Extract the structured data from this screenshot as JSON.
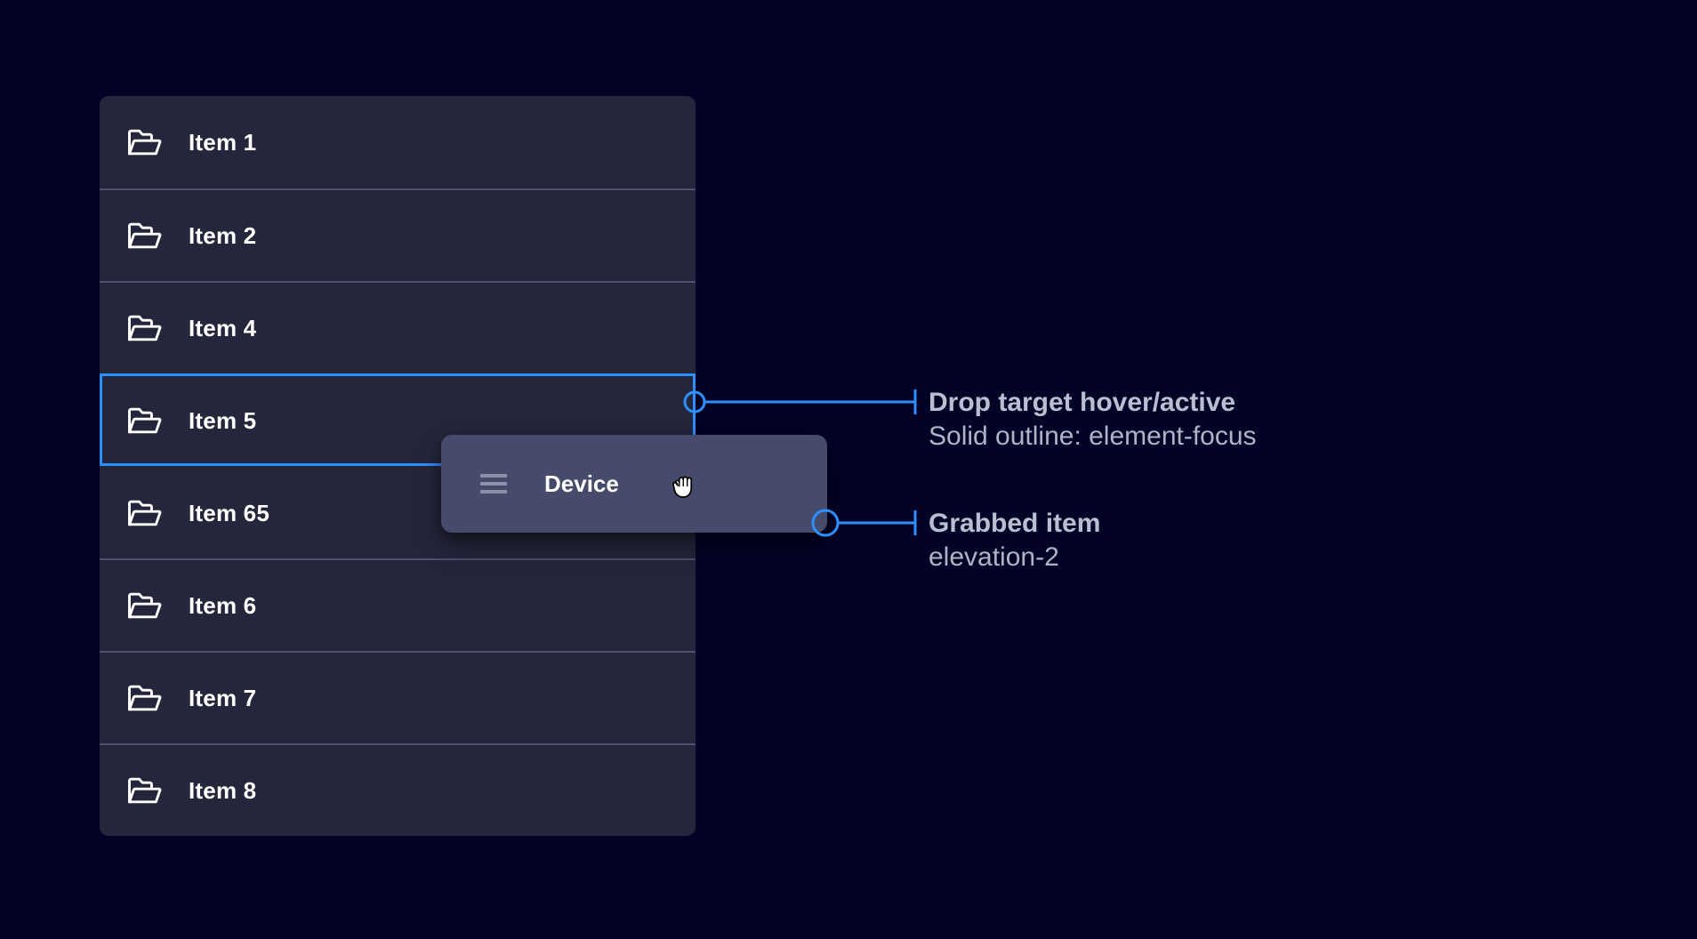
{
  "colors": {
    "background": "#030327",
    "panel_row": "#25263c",
    "divider": "#4d5070",
    "focus_outline": "#2f8fff",
    "drag_card": "#464b6b",
    "annotation_title": "#b9bfd0",
    "annotation_sub": "#aeb4c6",
    "hamburger": "#8b90ab",
    "label": "#ffffff"
  },
  "list": {
    "name": "draggable-folder-list",
    "items": [
      {
        "label": "Item 1",
        "icon": "folder-open-icon",
        "state": "default"
      },
      {
        "label": "Item 2",
        "icon": "folder-open-icon",
        "state": "default"
      },
      {
        "label": "Item 4",
        "icon": "folder-open-icon",
        "state": "default"
      },
      {
        "label": "Item 5",
        "icon": "folder-open-icon",
        "state": "drop-target-hover-active"
      },
      {
        "label": "Item 65",
        "icon": "folder-open-icon",
        "state": "default"
      },
      {
        "label": "Item 6",
        "icon": "folder-open-icon",
        "state": "default"
      },
      {
        "label": "Item 7",
        "icon": "folder-open-icon",
        "state": "default"
      },
      {
        "label": "Item 8",
        "icon": "folder-open-icon",
        "state": "default"
      }
    ]
  },
  "drag_card": {
    "label": "Device",
    "handle_icon": "hamburger-drag-handle-icon",
    "cursor": "grabbing-hand-cursor"
  },
  "annotations": [
    {
      "id": "drop-target",
      "title": "Drop target hover/active",
      "subtitle": "Solid outline: element-focus"
    },
    {
      "id": "grabbed-item",
      "title": "Grabbed item",
      "subtitle": "elevation-2"
    }
  ]
}
